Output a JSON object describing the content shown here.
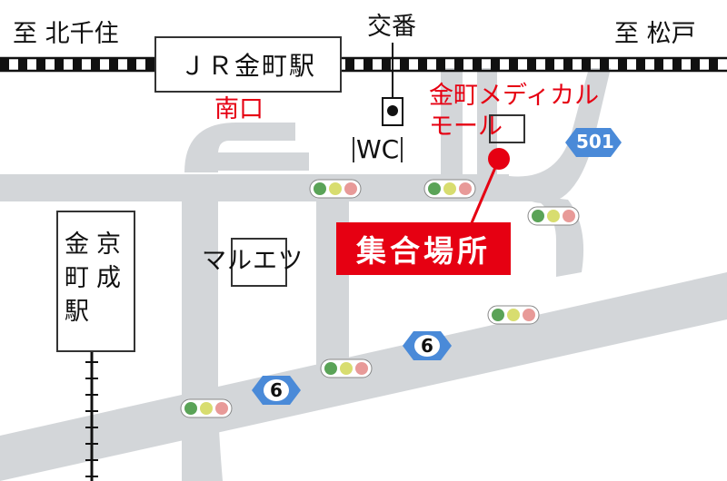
{
  "map": {
    "destinations": {
      "left": "至 北千住",
      "right": "至 松戸"
    },
    "stations": {
      "jr": "ＪＲ金町駅",
      "keisei": [
        "金",
        "京",
        "町",
        "成",
        "駅"
      ]
    },
    "exit_label": "南口",
    "landmarks": {
      "police_box": "交番",
      "toilet": "WC",
      "supermarket": "マルエツ",
      "mall_line1": "金町メディカル",
      "mall_line2": "モール"
    },
    "meeting_point": "集合場所",
    "routes": {
      "national_route": "6",
      "prefectural_route": "501"
    },
    "colors": {
      "road": "#d3d6d9",
      "rail": "#111111",
      "accent_red": "#e60012",
      "route_shield": "#4a8ad8",
      "signal_green": "#5aa357",
      "signal_yellow": "#d8dd6f",
      "signal_red": "#e89a98"
    }
  }
}
